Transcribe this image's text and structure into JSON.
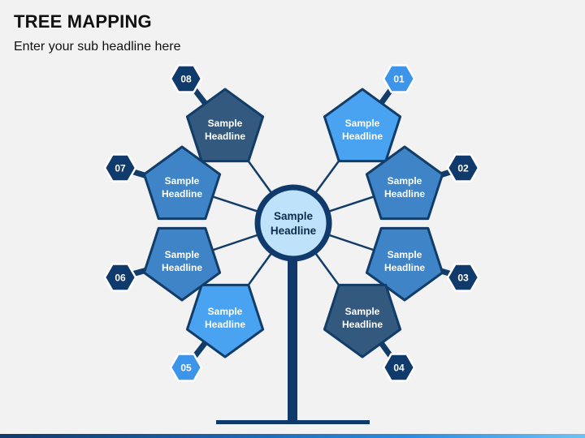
{
  "header": {
    "title": "TREE MAPPING",
    "subtitle": "Enter your sub headline here"
  },
  "center": {
    "line1": "Sample",
    "line2": "Headline"
  },
  "colors": {
    "dark": "#33597f",
    "medium": "#3e84c6",
    "light": "#4aa3f0",
    "badge_dark": "#0f3a6b",
    "badge_light": "#3d94e8",
    "stroke": "#123d68",
    "center_fill": "#bfe2fb",
    "trunk": "#0f3a6b"
  },
  "nodes": [
    {
      "number": "01",
      "line1": "Sample",
      "line2": "Headline",
      "tone": "light"
    },
    {
      "number": "02",
      "line1": "Sample",
      "line2": "Headline",
      "tone": "medium"
    },
    {
      "number": "03",
      "line1": "Sample",
      "line2": "Headline",
      "tone": "medium"
    },
    {
      "number": "04",
      "line1": "Sample",
      "line2": "Headline",
      "tone": "dark"
    },
    {
      "number": "05",
      "line1": "Sample",
      "line2": "Headline",
      "tone": "light"
    },
    {
      "number": "06",
      "line1": "Sample",
      "line2": "Headline",
      "tone": "medium"
    },
    {
      "number": "07",
      "line1": "Sample",
      "line2": "Headline",
      "tone": "medium"
    },
    {
      "number": "08",
      "line1": "Sample",
      "line2": "Headline",
      "tone": "dark"
    }
  ]
}
